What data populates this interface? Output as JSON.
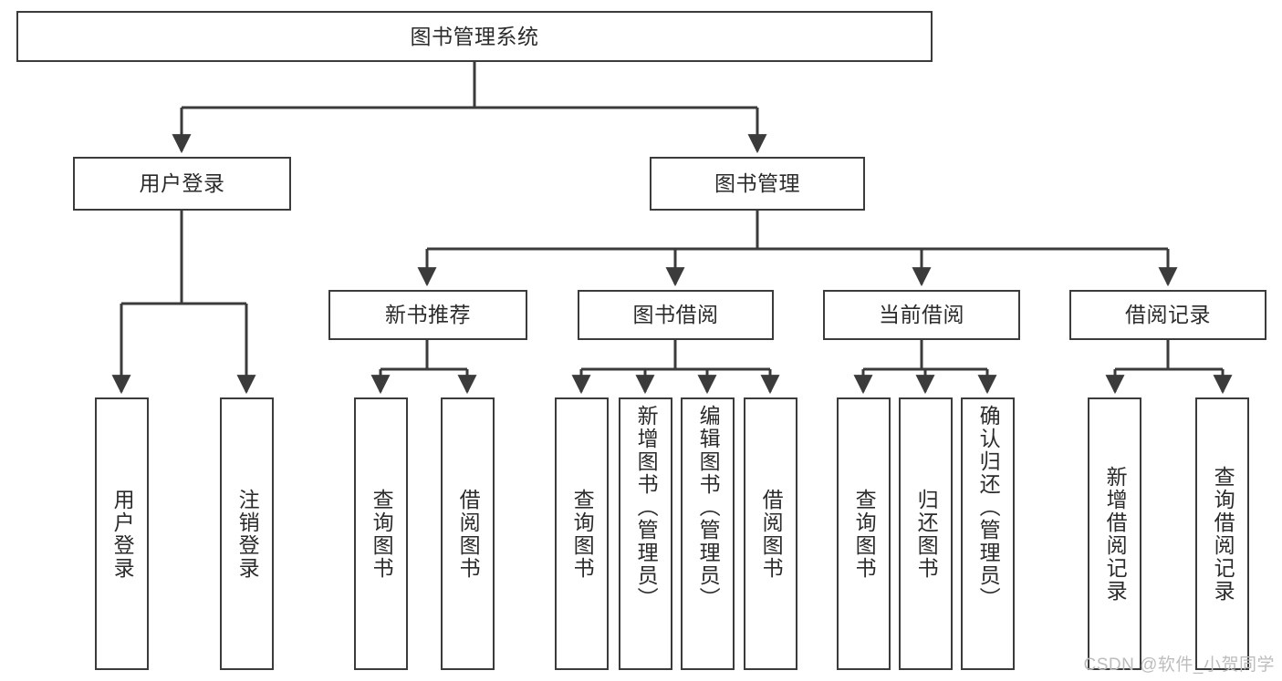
{
  "diagram": {
    "title": "图书管理系统",
    "type": "hierarchy-tree",
    "root": {
      "label": "图书管理系统"
    },
    "level1": [
      {
        "label": "用户登录"
      },
      {
        "label": "图书管理"
      }
    ],
    "level2": [
      {
        "label": "新书推荐"
      },
      {
        "label": "图书借阅"
      },
      {
        "label": "当前借阅"
      },
      {
        "label": "借阅记录"
      }
    ],
    "leaves": {
      "user_login": [
        {
          "label": "用户登录"
        },
        {
          "label": "注销登录"
        }
      ],
      "new_book_recommend": [
        {
          "label": "查询图书"
        },
        {
          "label": "借阅图书"
        }
      ],
      "book_borrow": [
        {
          "label": "查询图书"
        },
        {
          "label": "新增图书（管理员）"
        },
        {
          "label": "编辑图书（管理员）"
        },
        {
          "label": "借阅图书"
        }
      ],
      "current_borrow": [
        {
          "label": "查询图书"
        },
        {
          "label": "归还图书"
        },
        {
          "label": "确认归还（管理员）"
        }
      ],
      "borrow_record": [
        {
          "label": "新增借阅记录"
        },
        {
          "label": "查询借阅记录"
        }
      ]
    }
  },
  "watermark": {
    "text": "CSDN @软件_小贺同学"
  },
  "colors": {
    "stroke": "#3b3b3b",
    "background": "#ffffff",
    "text": "#2b2b2b",
    "watermark": "#bdbdbd"
  }
}
